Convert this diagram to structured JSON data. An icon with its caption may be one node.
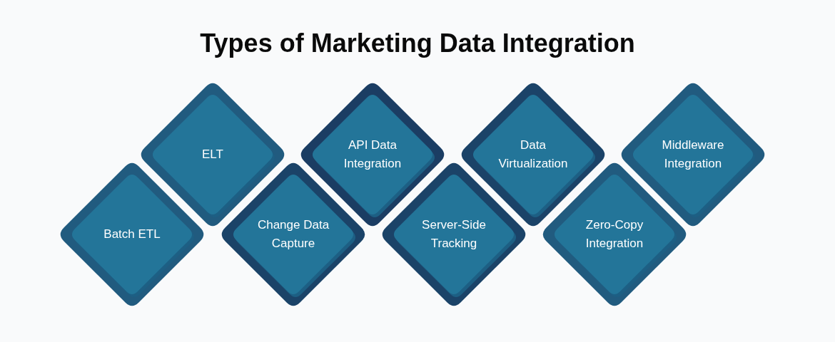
{
  "diagram": {
    "title": "Types of Marketing Data Integration",
    "nodes": [
      {
        "text": [
          "Batch ETL"
        ]
      },
      {
        "text": [
          "ELT"
        ]
      },
      {
        "text": [
          "Change Data Capture"
        ]
      },
      {
        "text": [
          "API Data Integration"
        ]
      },
      {
        "text": [
          "Server-Side Tracking"
        ]
      },
      {
        "text": [
          "Data Virtualization"
        ]
      },
      {
        "text": [
          "Zero-Copy Integration"
        ]
      },
      {
        "text": [
          "Middleware Integration"
        ]
      }
    ],
    "edges": []
  }
}
